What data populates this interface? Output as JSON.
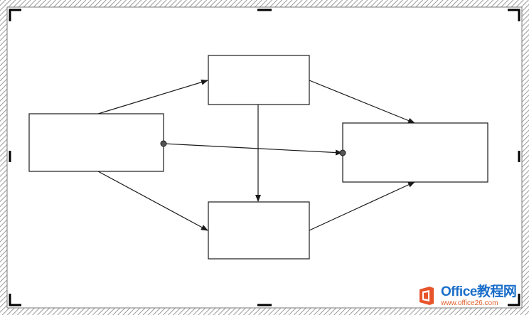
{
  "diagram": {
    "boxes": [
      {
        "id": "left-box",
        "label": ""
      },
      {
        "id": "top-box",
        "label": ""
      },
      {
        "id": "bottom-box",
        "label": ""
      },
      {
        "id": "right-box",
        "label": ""
      }
    ]
  },
  "watermark": {
    "title": "Office教程网",
    "url": "www.office26.com"
  },
  "colors": {
    "frame_hatch": "#9a9a9a",
    "handle": "#000000",
    "box_stroke": "#1a1a1a",
    "arrow": "#1a1a1a",
    "logo_orange": "#e8542a",
    "watermark_blue": "#1a6ec9"
  }
}
